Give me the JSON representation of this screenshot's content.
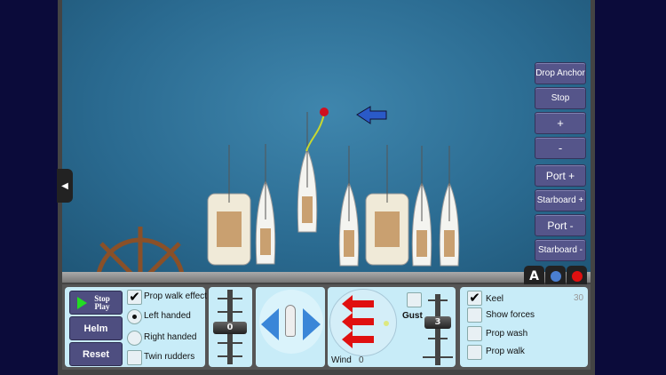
{
  "side_tab": {
    "icon": "chevron-left-icon",
    "label": "◀"
  },
  "right_buttons": [
    "Drop Anchor",
    "Stop",
    "+",
    "-",
    "Port +",
    "Starboard  +",
    "Port  -",
    "Starboard -"
  ],
  "corner_buttons": {
    "autopilot": "A",
    "camera_icon": "globe-arrow-icon",
    "record_icon": "record-icon"
  },
  "panel": {
    "stop_play": {
      "line1": "Stop",
      "line2": "Play"
    },
    "helm": "Helm",
    "reset": "Reset",
    "prop_walk_effect": {
      "label": "Prop walk effect",
      "checked": true
    },
    "left_handed": {
      "label": "Left handed",
      "selected": true
    },
    "right_handed": {
      "label": "Right handed",
      "selected": false
    },
    "twin_rudders": {
      "label": "Twin rudders",
      "checked": false
    },
    "throttle_value": "0",
    "wind_label": "Wind",
    "wind_value": "0",
    "gust": {
      "label": "Gust",
      "checked": false
    },
    "wind_slider_value": "3",
    "keel": {
      "label": "Keel",
      "checked": true
    },
    "keel_value": "30",
    "show_forces": {
      "label": "Show forces",
      "checked": false
    },
    "prop_wash": {
      "label": "Prop wash",
      "checked": false
    },
    "prop_walk": {
      "label": "Prop walk",
      "checked": false
    }
  },
  "colors": {
    "button": "#55558a",
    "panel": "#c8ecf8",
    "sea": "#2f739a",
    "wind_arrow": "#e01010",
    "marker": "#d01020"
  }
}
